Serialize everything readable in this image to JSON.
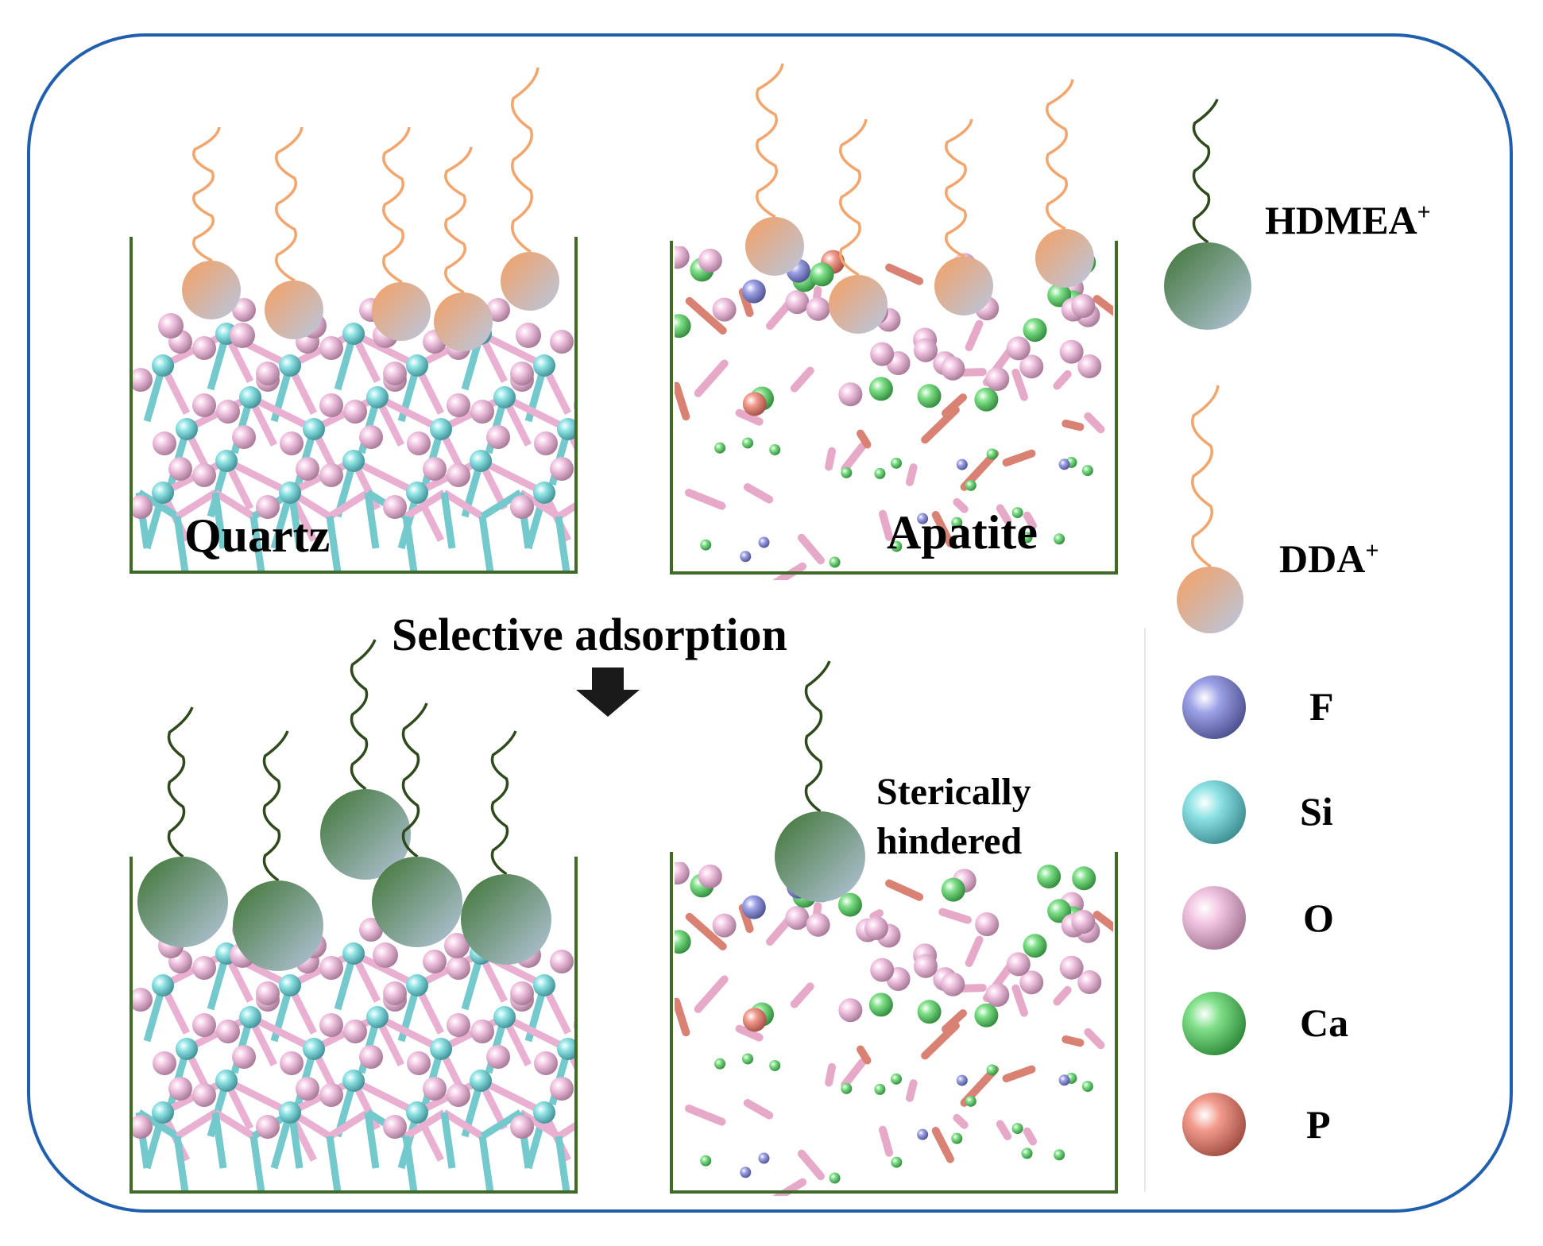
{
  "labels": {
    "quartz": "Quartz",
    "apatite": "Apatite",
    "selective_adsorption": "Selective adsorption",
    "sterically_hindered_line1": "Sterically",
    "sterically_hindered_line2": "hindered"
  },
  "legend": {
    "hdmea": "HDMEA",
    "hdmea_sup": "+",
    "dda": "DDA",
    "dda_sup": "+",
    "atoms": [
      {
        "symbol": "F",
        "color": "#8489d6"
      },
      {
        "symbol": "Si",
        "color": "#7fd4d6"
      },
      {
        "symbol": "O",
        "color": "#e9b8d8"
      },
      {
        "symbol": "Ca",
        "color": "#6ccf74"
      },
      {
        "symbol": "P",
        "color": "#e48a7c"
      }
    ]
  },
  "colors": {
    "frame": "#1f5fae",
    "container": "#3f6a29",
    "dda_tail": "#f2a56c",
    "hdmea_tail": "#2f4a1c",
    "arrow": "#1a1a1a"
  }
}
